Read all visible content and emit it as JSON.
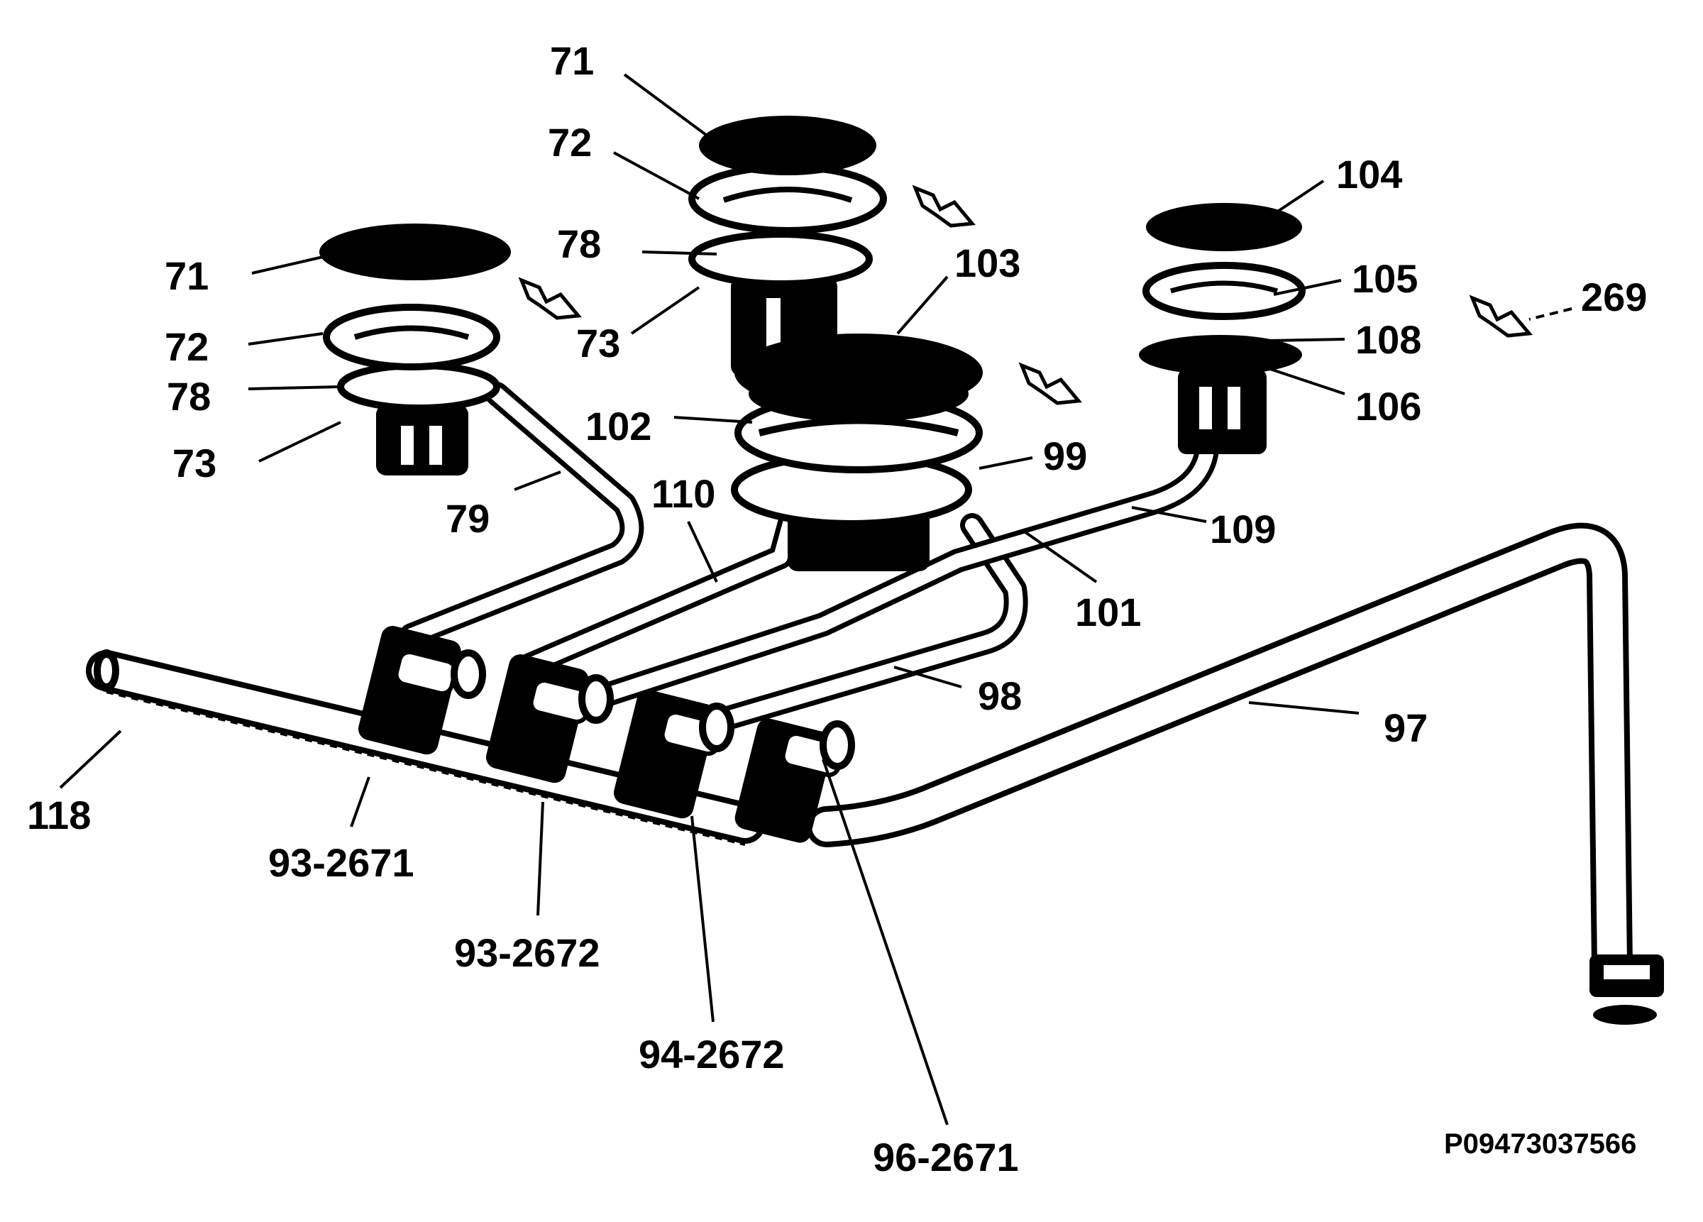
{
  "labels": {
    "l71a": "71",
    "l72a": "72",
    "l78a": "78",
    "l73a": "73",
    "l71b": "71",
    "l72b": "72",
    "l78b": "78",
    "l73b": "73",
    "l79": "79",
    "l103": "103",
    "l102": "102",
    "l110": "110",
    "l99": "99",
    "l104": "104",
    "l105": "105",
    "l269": "269",
    "l108": "108",
    "l106": "106",
    "l109": "109",
    "l101": "101",
    "l98": "98",
    "l97": "97",
    "l118": "118",
    "l93_2671": "93-2671",
    "l93_2672": "93-2672",
    "l94_2672": "94-2672",
    "l96_2671": "96-2671"
  },
  "drawing_code": "P09473037566"
}
